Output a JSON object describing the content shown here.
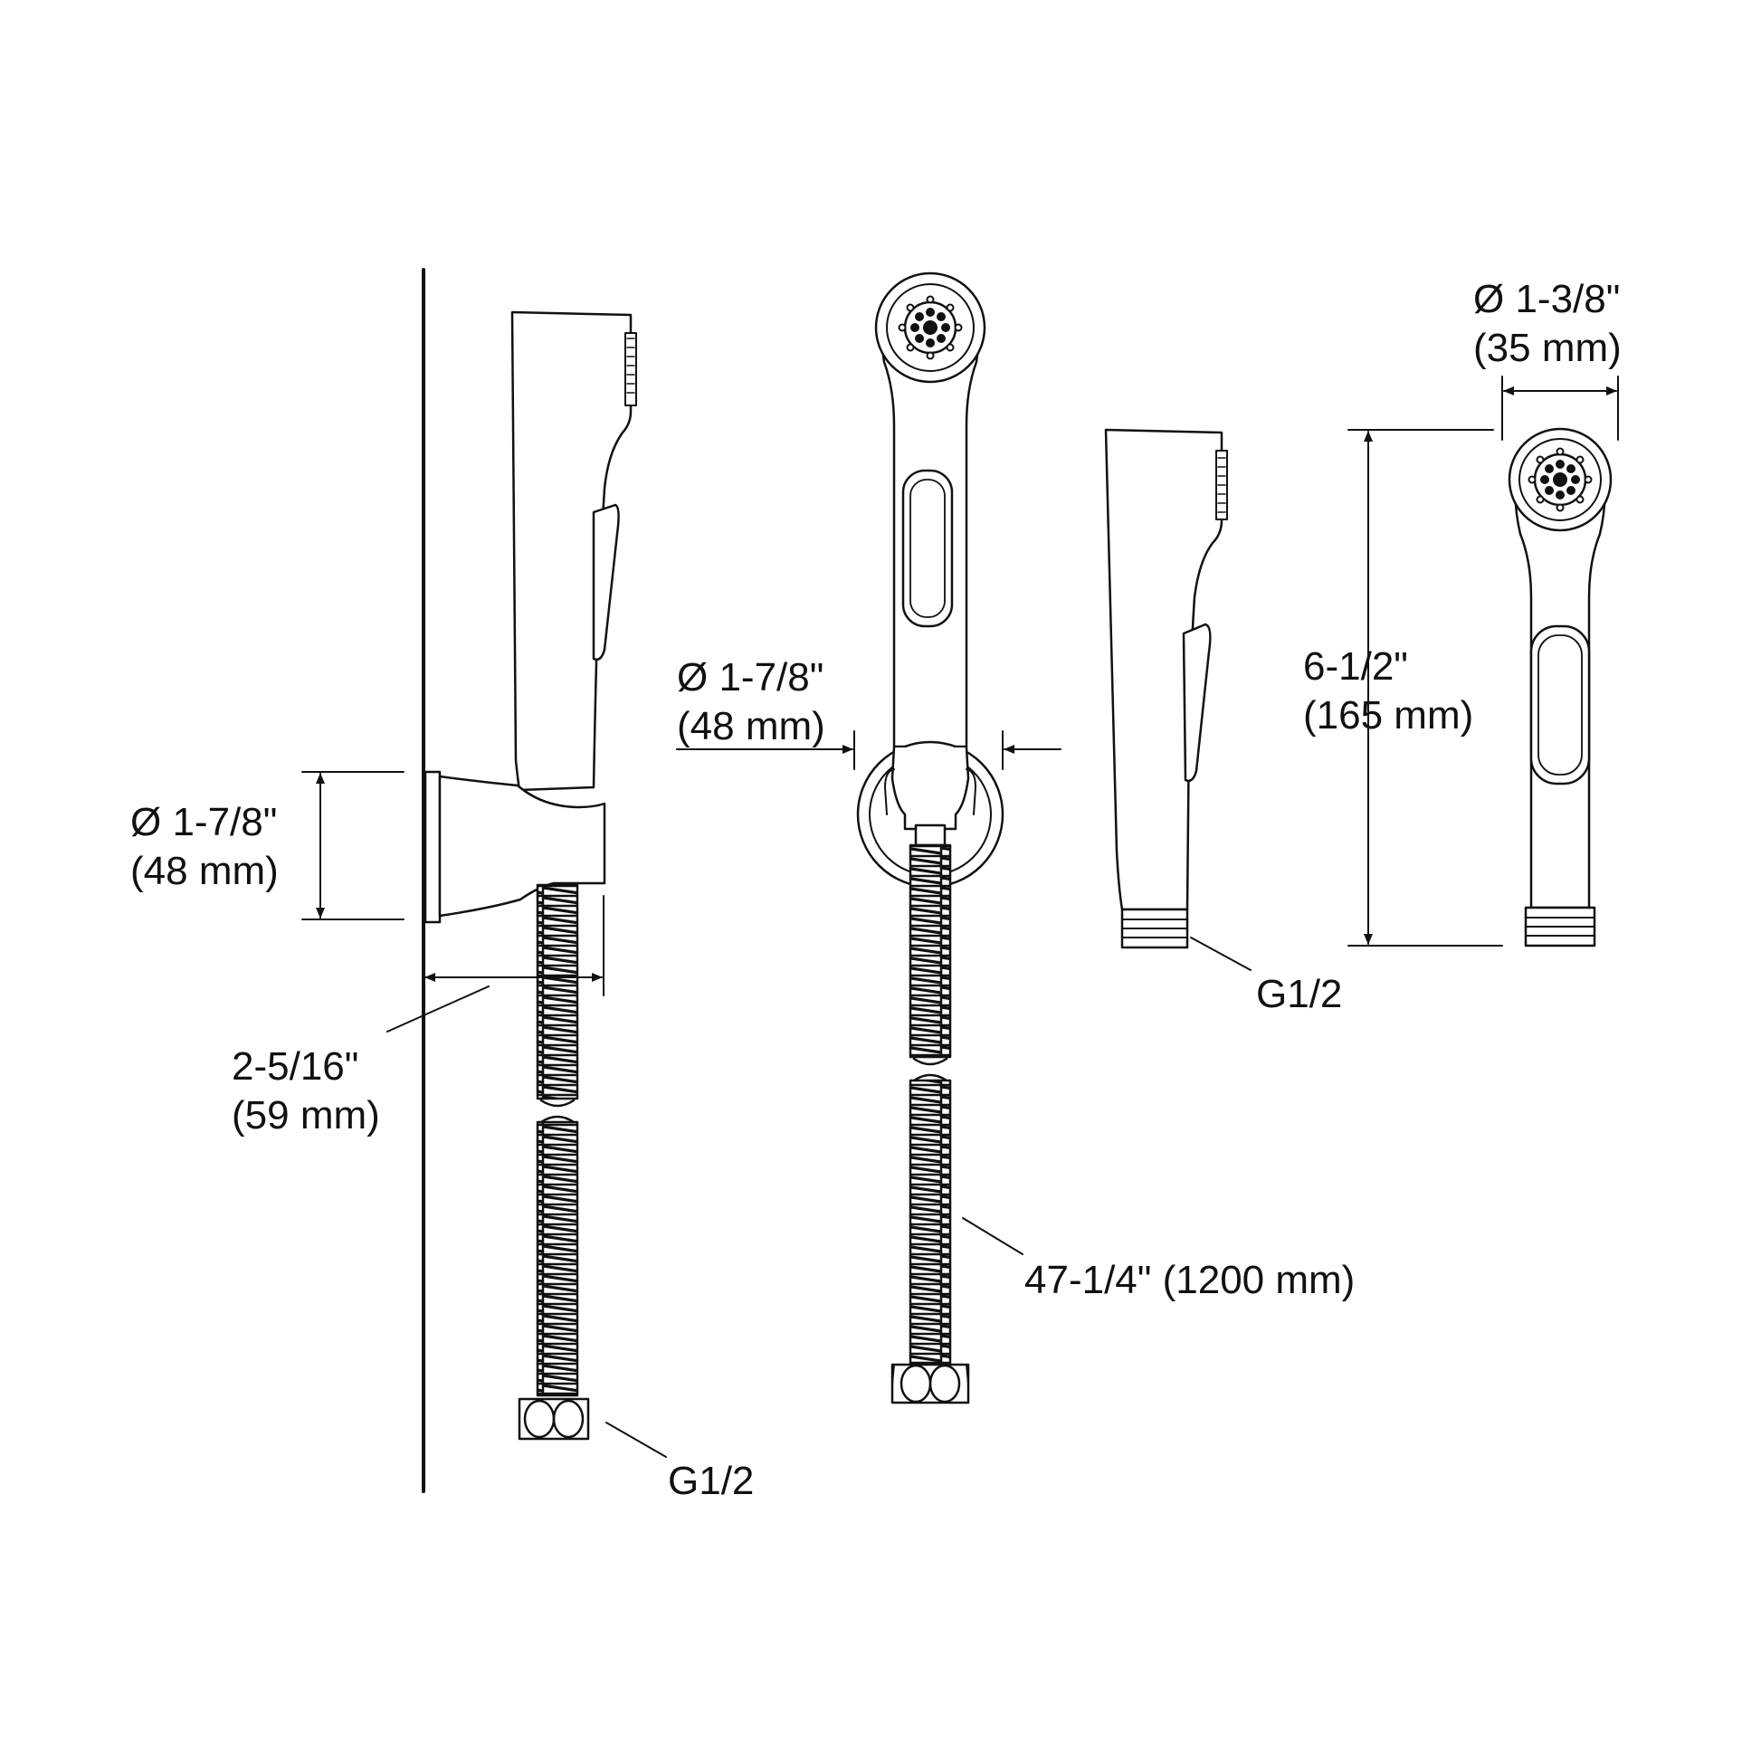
{
  "colors": {
    "line": "#111111",
    "background": "#ffffff"
  },
  "dimensions": {
    "side_bracket_diameter": {
      "inch": "Ø 1-7/8\"",
      "mm": "(48 mm)"
    },
    "bracket_projection": {
      "inch": "2-5/16\"",
      "mm": "(59 mm)"
    },
    "front_bracket_diameter": {
      "inch": "Ø 1-7/8\"",
      "mm": "(48 mm)"
    },
    "hose_length": {
      "text": "47-1/4\" (1200 mm)"
    },
    "sprayhead_diameter": {
      "inch": "Ø 1-3/8\"",
      "mm": "(35 mm)"
    },
    "sprayhead_length": {
      "inch": "6-1/2\"",
      "mm": "(165 mm)"
    }
  },
  "connections": {
    "hose_end_thread": "G1/2",
    "sprayhead_thread": "G1/2"
  }
}
